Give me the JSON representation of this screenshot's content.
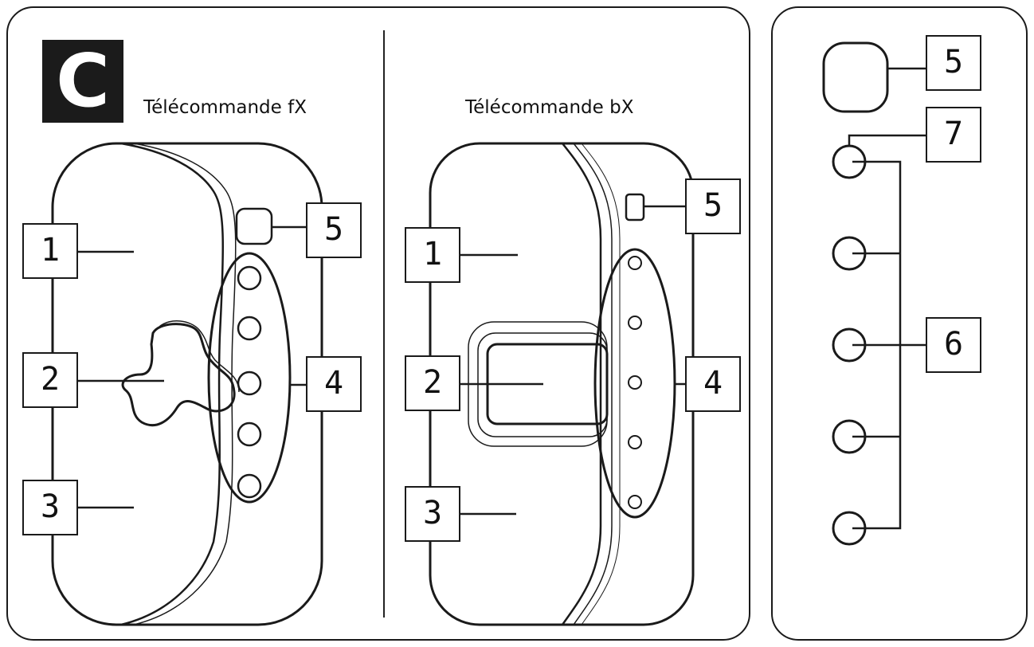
{
  "badge": "C",
  "remotes": {
    "fx": {
      "title": "Télécommande fX"
    },
    "bx": {
      "title": "Télécommande bX"
    }
  },
  "callouts": {
    "fx": [
      "1",
      "2",
      "3",
      "4",
      "5"
    ],
    "bx": [
      "1",
      "2",
      "3",
      "4",
      "5"
    ],
    "side": [
      "5",
      "7",
      "6"
    ]
  },
  "buttons_per_column": 5
}
